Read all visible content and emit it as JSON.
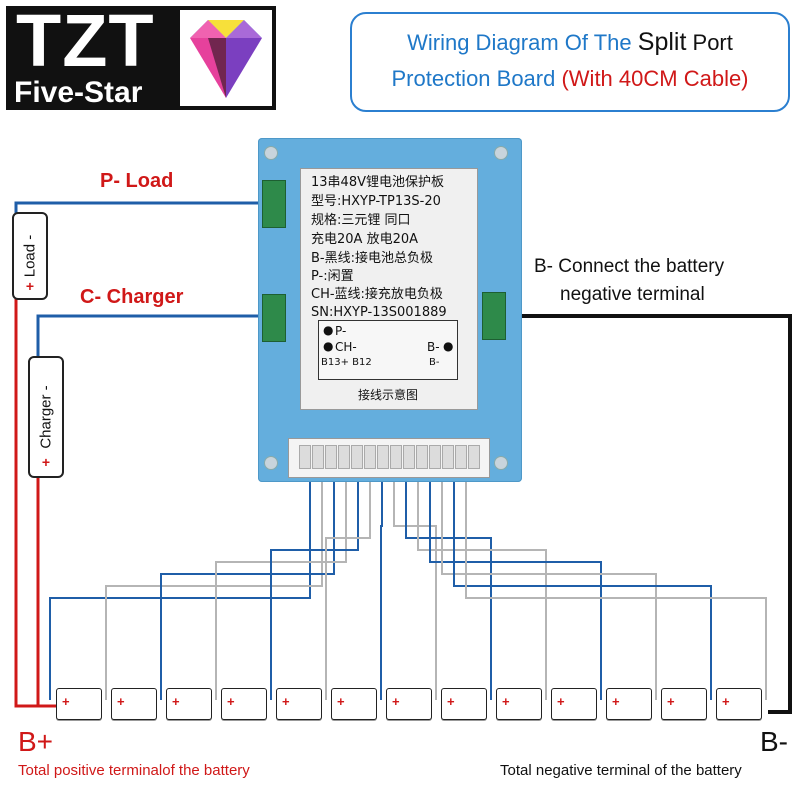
{
  "logo": {
    "main": "TZT",
    "sub": "Five-Star"
  },
  "title": {
    "line1_a": "Wiring Diagram Of The ",
    "line1_b": "Split",
    "line1_c": " Port",
    "line2_a": "Protection Board ",
    "line2_b": "(With 40CM Cable)"
  },
  "board": {
    "lines": [
      "13串48V锂电池保护板",
      "型号:HXYP-TP13S-20",
      "规格:三元锂  同口",
      "充电20A    放电20A",
      "B-黑线:接电池总负极",
      "P-:闲置",
      "CH-蓝线:接充放电负极",
      "SN:HXYP-13S001889"
    ],
    "schematic": {
      "p_minus": "P-",
      "ch_minus": "CH-",
      "b_minus": "B-",
      "b13": "B13+ B12",
      "b_minus_bottom": "B-"
    },
    "caption": "接线示意图"
  },
  "wires": {
    "load_label": "P-  Load",
    "charger_label": "C-  Charger",
    "load_tag": "Load -",
    "charger_tag": "Charger -",
    "plus": "+",
    "b_minus_line1": "B- Connect the battery",
    "b_minus_line2": "negative terminal"
  },
  "battery": {
    "cell_count": 13,
    "cell_plus": "+",
    "b_plus": "B+",
    "b_minus": "B-",
    "positive_caption": "Total positive terminalof the battery",
    "negative_caption": "Total negative terminal of the battery"
  },
  "colors": {
    "blue_wire": "#1f5ea8",
    "red_wire": "#d01818",
    "black_wire": "#111111",
    "gray_wire": "#b5b5b5",
    "board": "#64aedd",
    "title_blue": "#1f78c8"
  }
}
